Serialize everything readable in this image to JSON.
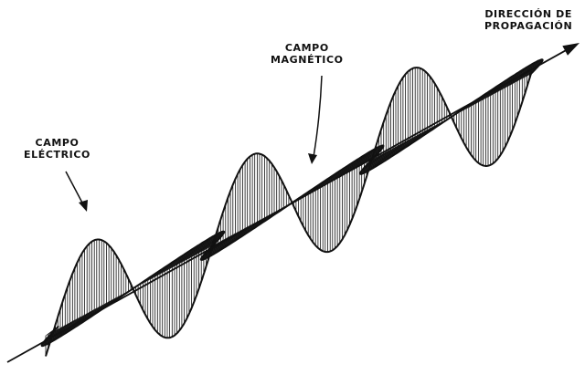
{
  "labels": {
    "electric": [
      "CAMPO",
      "ELÉCTRICO"
    ],
    "magnetic": [
      "CAMPO",
      "MAGNÉTICO"
    ],
    "direction": [
      "DIRECCIÓN DE",
      "PROPAGACIÓN"
    ]
  },
  "colors": {
    "ink": "#111111",
    "background": "#ffffff"
  }
}
